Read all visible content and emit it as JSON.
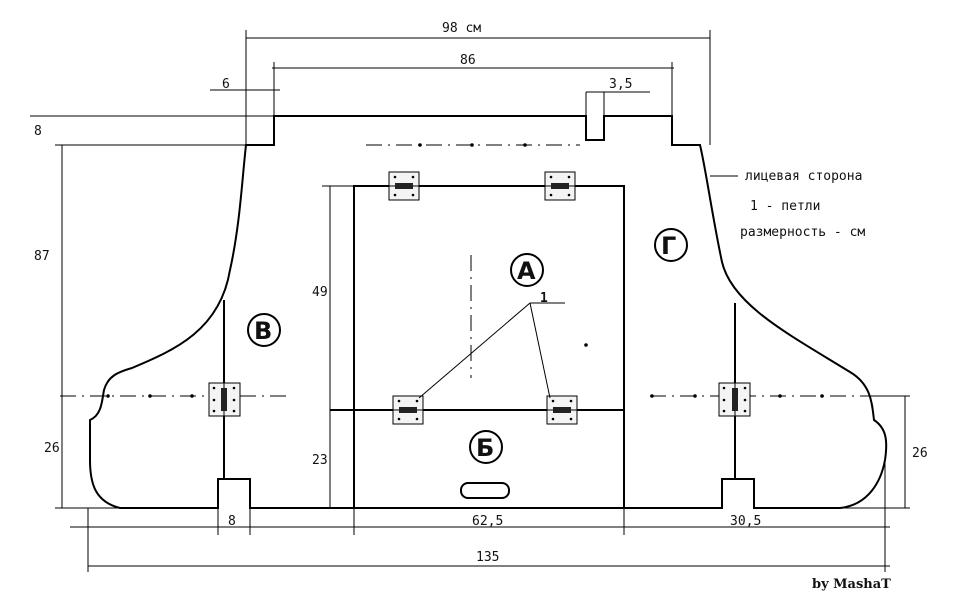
{
  "dimensions": {
    "total_top": "98 см",
    "inner_top": "86",
    "notch_left": "6",
    "notch_right": "3,5",
    "top_height": "8",
    "side_height": "87",
    "lower_left": "26",
    "lower_right": "26",
    "board_a": "49",
    "board_b": "23",
    "bottom_notch": "8",
    "bottom_center": "62,5",
    "bottom_right": "30,5",
    "total_bottom": "135"
  },
  "labels": {
    "a": "А",
    "b": "Б",
    "v": "В",
    "g": "Г",
    "callout": "1"
  },
  "legend": {
    "face": "лицевая сторона",
    "hinges": "1 - петли",
    "units": "размерность - см"
  },
  "signature": "by MashaT"
}
